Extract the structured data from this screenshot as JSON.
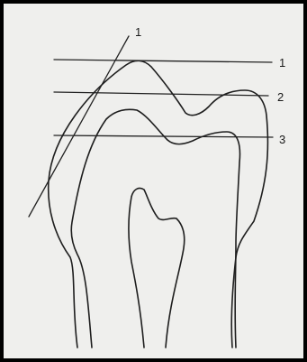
{
  "figure": {
    "labels": {
      "tangent": "1",
      "level_1": "1",
      "level_2": "2",
      "level_3": "3"
    },
    "colors": {
      "border": "#000000",
      "paper": "#efefed",
      "ink": "#1e1e1e"
    }
  }
}
